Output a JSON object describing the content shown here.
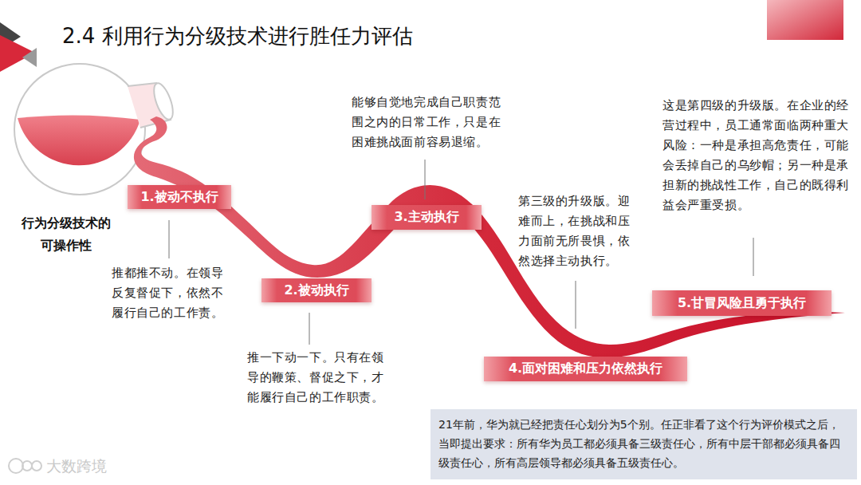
{
  "diagram": {
    "title": "2.4 利用行为分级技术进行胜任力评估",
    "nodes": [
      {
        "text": [
          "1.被动不执行"
        ]
      },
      {
        "text": [
          "2.被动执行"
        ]
      },
      {
        "text": [
          "3.主动执行"
        ]
      },
      {
        "text": [
          "4.面对困难和压力依然执行"
        ]
      },
      {
        "text": [
          "5.甘冒风险且勇于执行"
        ]
      },
      {
        "text": [
          "21年前，华为就已经把责任心划分为5个别。任正非看了这个行为评价模式之后，当即提出要求：所有华为员工都必须具备三级责任心，所有中层干部都必须具备四级责任心，所有高层领导都必须具备五级责任心。"
        ]
      }
    ],
    "labels": [
      "行为分级技术的可操作性",
      "推都推不动。在领导反复督促下，依然不履行自己的工作责。",
      "推一下动一下。只有在领导的鞭策、督促之下，才能履行自己的工作职责。",
      "能够自觉地完成自己职责范围之内的日常工作，只是在困难挑战面前容易退缩。",
      "第三级的升级版。迎难而上，在挑战和压力面前无所畏惧，依然选择主动执行。",
      "这是第四级的升级版。在企业的经营过程中，员工通常面临两种重大风险：一种是承担高危责任，可能会丢掉自己的乌纱帽；另一种是承担新的挑战性工作，自己的既得利益会严重受损。",
      "大数跨境"
    ]
  }
}
